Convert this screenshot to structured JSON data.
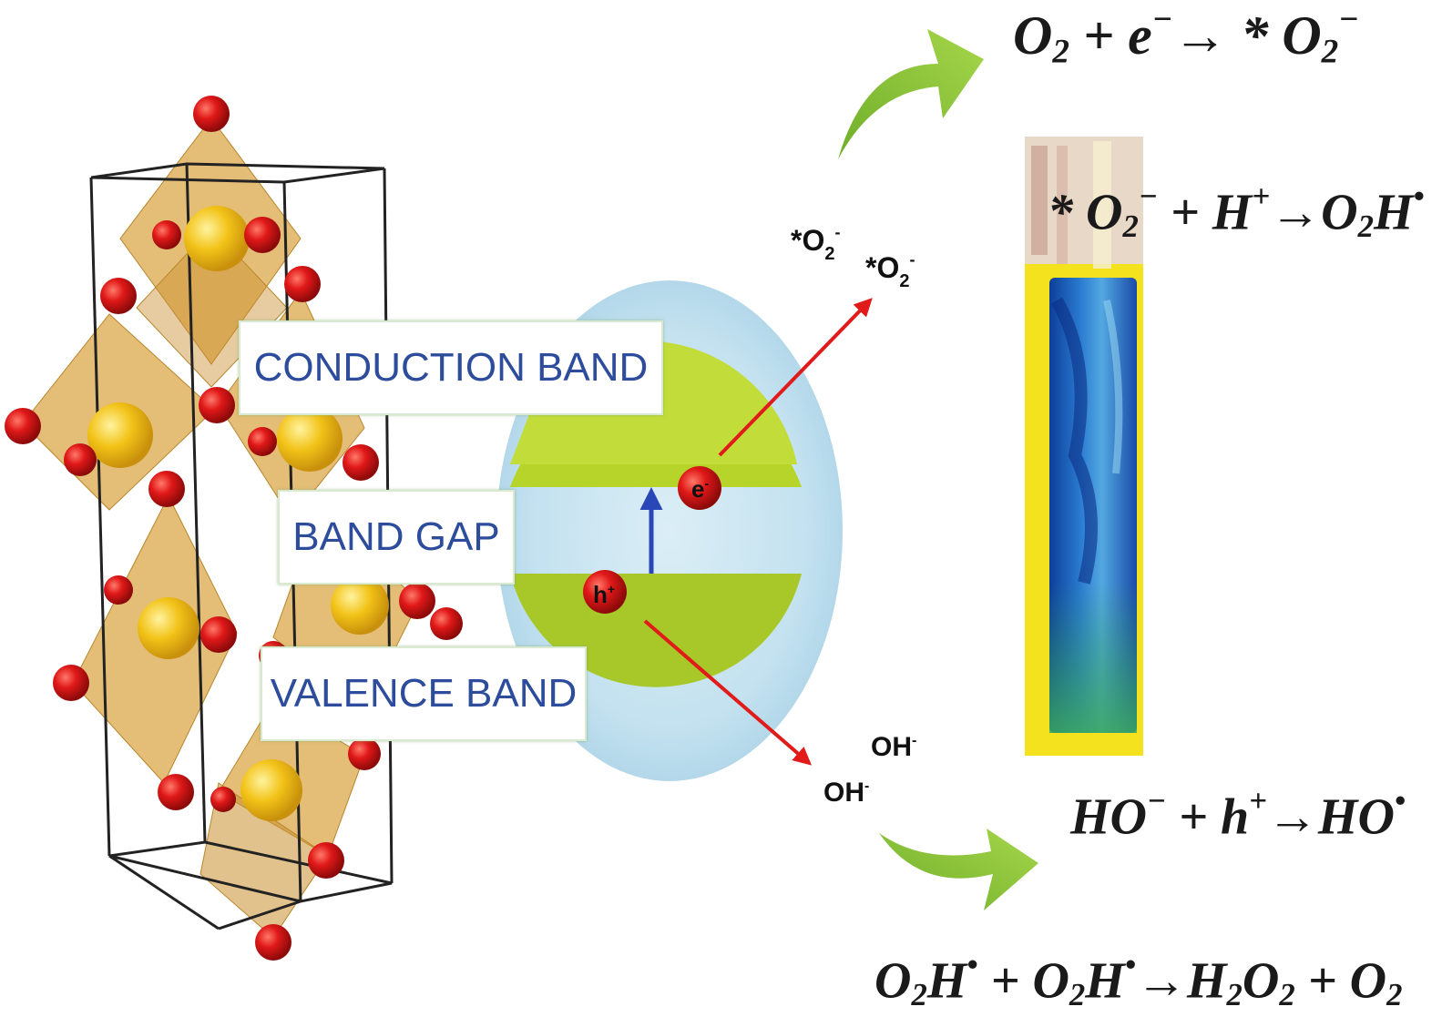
{
  "labels": {
    "conduction_band": "CONDUCTION BAND",
    "band_gap": "BAND GAP",
    "valence_band": "VALENCE BAND"
  },
  "particles": {
    "electron": "e",
    "electron_charge": "-",
    "hole": "h",
    "hole_charge": "+"
  },
  "species": {
    "superoxide_prefix": "*O",
    "superoxide_sub": "2",
    "superoxide_charge": "-",
    "hydroxide": "OH",
    "hydroxide_charge": "-"
  },
  "equations": {
    "eq1": {
      "a": "O",
      "a_sub": "2",
      "b": " + e",
      "b_sup": "−",
      "c": "→ * O",
      "c_sub": "2",
      "c_sup": "−"
    },
    "eq2": {
      "a": "* O",
      "a_sub": "2",
      "a_sup": "−",
      "b": " + H",
      "b_sup": "+",
      "c": "→O",
      "c_sub": "2",
      "d": "H",
      "d_sup": "•"
    },
    "eq3": {
      "a": "HO",
      "a_sup": "−",
      "b": " + h",
      "b_sup": "+",
      "c": "→HO",
      "c_sup": "•"
    },
    "eq4": {
      "a": "O",
      "a_sub": "2",
      "b": "H",
      "b_sup": "•",
      "c": " + O",
      "c_sub": "2",
      "d": "H",
      "d_sup": "•",
      "e": "→H",
      "e_sub": "2",
      "f": "O",
      "f_sub": "2",
      "g": " + O",
      "g_sub": "2"
    }
  },
  "colors": {
    "octahedron": "#d9a441",
    "oxygen_atom": "#e01818",
    "metal_atom": "#f2c318",
    "band_green": "#b6d42a",
    "halo_blue": "#c9e4f0",
    "arrow_red": "#e11a1a",
    "arrow_blue": "#2a47b8",
    "curved_arrow_green": "#8cc63f",
    "label_text": "#2d4d9c",
    "tube_blue": "#1f5fc4",
    "tube_yellow": "#f2e21c"
  }
}
